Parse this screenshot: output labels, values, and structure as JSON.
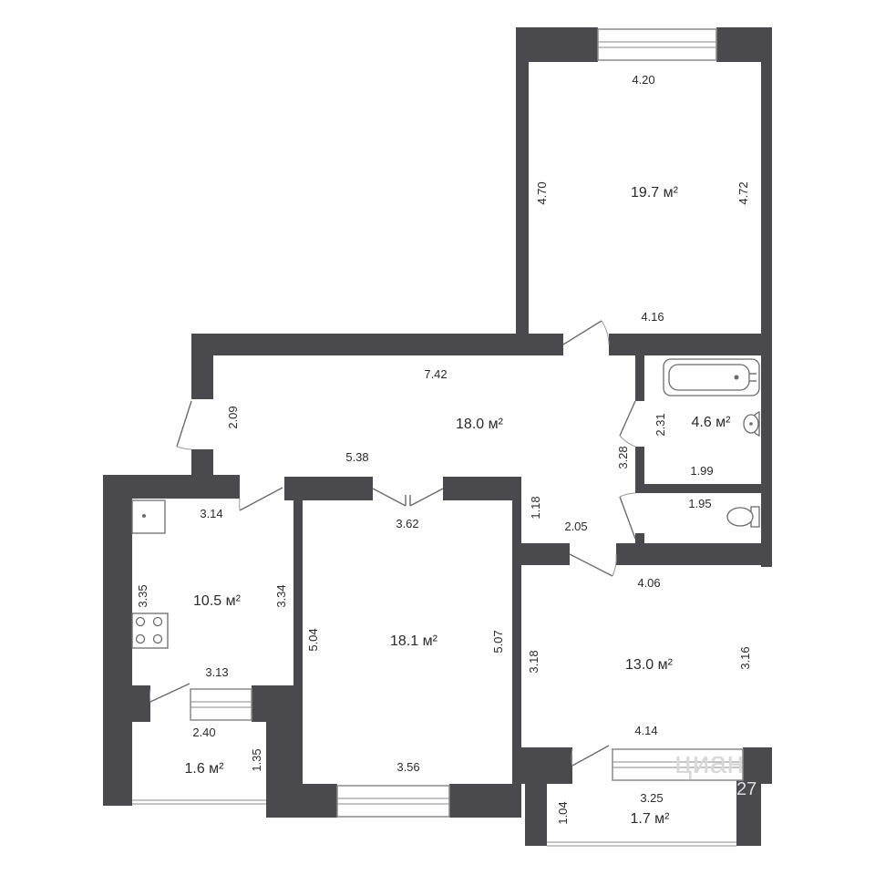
{
  "rooms": [
    {
      "id": "room-north",
      "area": "19.7 м²",
      "dims": [
        "4.20",
        "4.70",
        "4.72",
        "4.16"
      ]
    },
    {
      "id": "hall",
      "area": "18.0 м²",
      "dims": [
        "7.42",
        "2.09",
        "5.38",
        "3.28",
        "1.18",
        "2.05"
      ]
    },
    {
      "id": "bathroom",
      "area": "4.6 м²",
      "dims": [
        "2.31",
        "1.99"
      ]
    },
    {
      "id": "toilet",
      "dims": [
        "1.95"
      ]
    },
    {
      "id": "kitchen",
      "area": "10.5 м²",
      "dims": [
        "3.14",
        "3.35",
        "3.34",
        "3.13"
      ]
    },
    {
      "id": "room-middle",
      "area": "18.1 м²",
      "dims": [
        "3.62",
        "5.04",
        "5.07",
        "3.56"
      ]
    },
    {
      "id": "room-east",
      "area": "13.0 м²",
      "dims": [
        "4.06",
        "3.18",
        "3.16",
        "4.14"
      ]
    },
    {
      "id": "balcony-west",
      "area": "1.6 м²",
      "dims": [
        "2.40",
        "1.35"
      ]
    },
    {
      "id": "balcony-east",
      "area": "1.7 м²",
      "dims": [
        "3.25",
        "1.04"
      ]
    }
  ],
  "watermark": {
    "text": "циан",
    "subtext": "27"
  },
  "colors": {
    "wall": "#4a4a4e",
    "background": "#ffffff",
    "text": "#2b2b2b"
  }
}
